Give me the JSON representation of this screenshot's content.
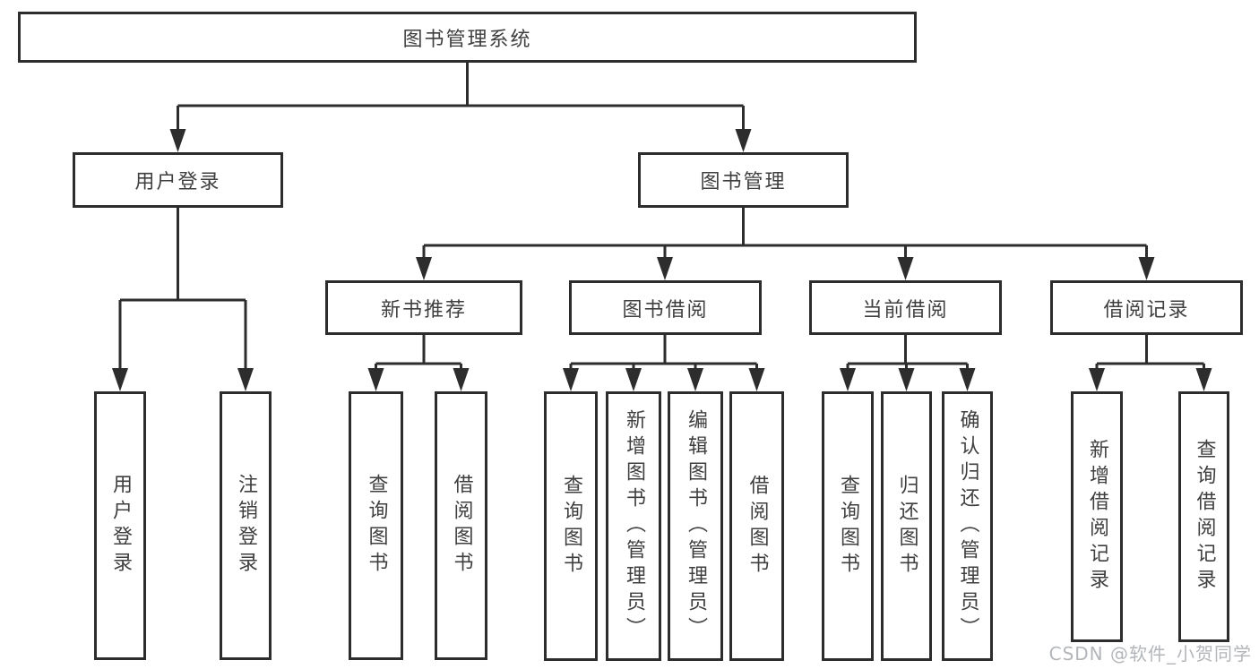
{
  "diagram": {
    "type": "hierarchy-tree",
    "root_label": "图书管理系统",
    "nodes": [
      {
        "id": "root",
        "label": "图书管理系统",
        "level": 1
      },
      {
        "id": "user-login",
        "label": "用户登录",
        "level": 2
      },
      {
        "id": "book-management",
        "label": "图书管理",
        "level": 2
      },
      {
        "id": "new-book-recommend",
        "label": "新书推荐",
        "level": 3
      },
      {
        "id": "book-borrow",
        "label": "图书借阅",
        "level": 3
      },
      {
        "id": "current-borrow",
        "label": "当前借阅",
        "level": 3
      },
      {
        "id": "borrow-records",
        "label": "借阅记录",
        "level": 3
      },
      {
        "id": "leaf-user-login",
        "label": "用户登录",
        "level": 4
      },
      {
        "id": "leaf-logout-login",
        "label": "注销登录",
        "level": 4
      },
      {
        "id": "leaf-nb-search-book",
        "label": "查询图书",
        "level": 4
      },
      {
        "id": "leaf-nb-borrow-book",
        "label": "借阅图书",
        "level": 4
      },
      {
        "id": "leaf-bb-search-book",
        "label": "查询图书",
        "level": 4
      },
      {
        "id": "leaf-bb-add-book",
        "label": "新增图书（管理员）",
        "level": 4
      },
      {
        "id": "leaf-bb-edit-book",
        "label": "编辑图书（管理员）",
        "level": 4
      },
      {
        "id": "leaf-bb-borrow-book",
        "label": "借阅图书",
        "level": 4
      },
      {
        "id": "leaf-cb-search-book",
        "label": "查询图书",
        "level": 4
      },
      {
        "id": "leaf-cb-return-book",
        "label": "归还图书",
        "level": 4
      },
      {
        "id": "leaf-cb-confirm-return",
        "label": "确认归还（管理员）",
        "level": 4
      },
      {
        "id": "leaf-br-add-record",
        "label": "新增借阅记录",
        "level": 4
      },
      {
        "id": "leaf-br-search-record",
        "label": "查询借阅记录",
        "level": 4
      }
    ],
    "hierarchy": [
      {
        "parent": "root",
        "children": [
          "user-login",
          "book-management"
        ]
      },
      {
        "parent": "user-login",
        "children": [
          "leaf-user-login",
          "leaf-logout-login"
        ]
      },
      {
        "parent": "book-management",
        "children": [
          "new-book-recommend",
          "book-borrow",
          "current-borrow",
          "borrow-records"
        ]
      },
      {
        "parent": "new-book-recommend",
        "children": [
          "leaf-nb-search-book",
          "leaf-nb-borrow-book"
        ]
      },
      {
        "parent": "book-borrow",
        "children": [
          "leaf-bb-search-book",
          "leaf-bb-add-book",
          "leaf-bb-edit-book",
          "leaf-bb-borrow-book"
        ]
      },
      {
        "parent": "current-borrow",
        "children": [
          "leaf-cb-search-book",
          "leaf-cb-return-book",
          "leaf-cb-confirm-return"
        ]
      },
      {
        "parent": "borrow-records",
        "children": [
          "leaf-br-add-record",
          "leaf-br-search-record"
        ]
      }
    ],
    "colors": {
      "background": "#ffffff",
      "line": "#2d2d2d",
      "box_border": "#2d2d2d",
      "text": "#3f3f3f",
      "watermark": "#b2b6ba"
    },
    "watermark": "CSDN @软件_小贺同学"
  }
}
